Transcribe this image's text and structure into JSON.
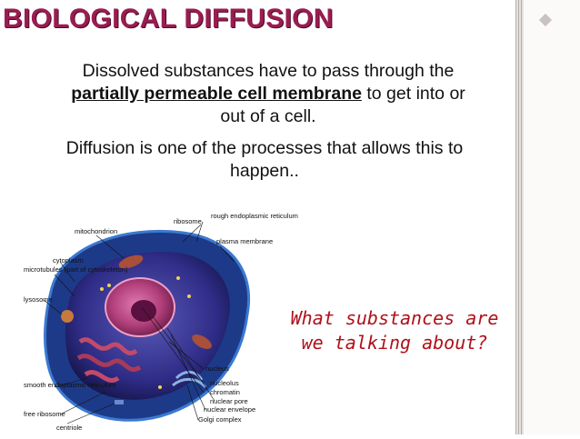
{
  "slide": {
    "title": "BIOLOGICAL DIFFUSION",
    "paragraph1": {
      "line1": "Dissolved substances have to pass through the",
      "term": "partially permeable cell membrane",
      "line2_rest": "to get into or",
      "line3": "out of a cell."
    },
    "paragraph2": {
      "line1": "Diffusion is one of the processes that allows this to",
      "line2": "happen.."
    },
    "question": {
      "line1": "What substances are",
      "line2": "we talking about?"
    }
  },
  "diagram_labels": {
    "rough_er": "rough endoplasmic reticulum",
    "ribosome": "ribosome",
    "mitochondrion": "mitochondrion",
    "plasma_membrane": "plasma membrane",
    "cytoplasm": "cytoplasm",
    "microtubules": "microtubules (part of cytoskeleton)",
    "lysosome": "lysosome",
    "nucleus": "nucleus",
    "smooth_er": "smooth endoplasmic reticulum",
    "nucleolus": "nucleolus",
    "chromatin": "chromatin",
    "nuclear_pore": "nuclear pore",
    "nuclear_envelope": "nuclear envelope",
    "free_ribosome": "free ribosome",
    "golgi": "Golgi complex",
    "centriole": "centriole"
  },
  "colors": {
    "title": "#9a1c52",
    "question": "#b0101a",
    "cell_membrane": "#1f3f8f",
    "cell_body": "#3c3a9a",
    "nucleus": "#b13f7a"
  }
}
